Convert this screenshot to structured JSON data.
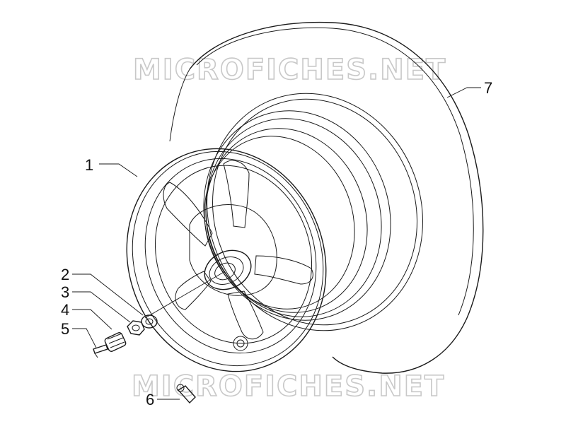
{
  "watermark": {
    "top": "MICROFICHES.NET",
    "bottom": "MICROFICHES.NET"
  },
  "callouts": [
    {
      "id": "1",
      "label": "1",
      "part": "wheel-rim"
    },
    {
      "id": "2",
      "label": "2",
      "part": "washer"
    },
    {
      "id": "3",
      "label": "3",
      "part": "nut"
    },
    {
      "id": "4",
      "label": "4",
      "part": "castle-nut"
    },
    {
      "id": "5",
      "label": "5",
      "part": "cotter-pin"
    },
    {
      "id": "6",
      "label": "6",
      "part": "valve-stem"
    },
    {
      "id": "7",
      "label": "7",
      "part": "tire"
    }
  ]
}
